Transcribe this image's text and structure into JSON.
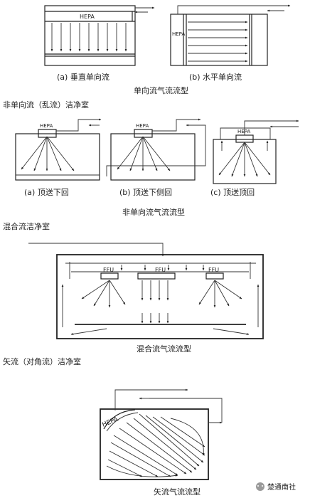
{
  "fig_a": {
    "hepa": "HEPA",
    "sub_a": "(a)  垂直单向流",
    "sub_b": "(b)  水平单向流",
    "caption": "单向流气流流型"
  },
  "section_nonuni": "非单向流（乱流）洁净室",
  "fig_b": {
    "hepa": "HEPA",
    "sub_a": "(a)  顶送下回",
    "sub_b": "(b)  顶送下侧回",
    "sub_c": "(c)  顶送顶回",
    "caption": "非单向流气流流型"
  },
  "section_mixed": "混合流洁净室",
  "fig_c": {
    "ffu": "FFU",
    "caption": "混合流气流流型"
  },
  "section_vector": "矢流（对角流）洁净室",
  "fig_d": {
    "hepa": "HEPA",
    "caption": "矢流气流流型"
  },
  "watermark": "楚通南社"
}
